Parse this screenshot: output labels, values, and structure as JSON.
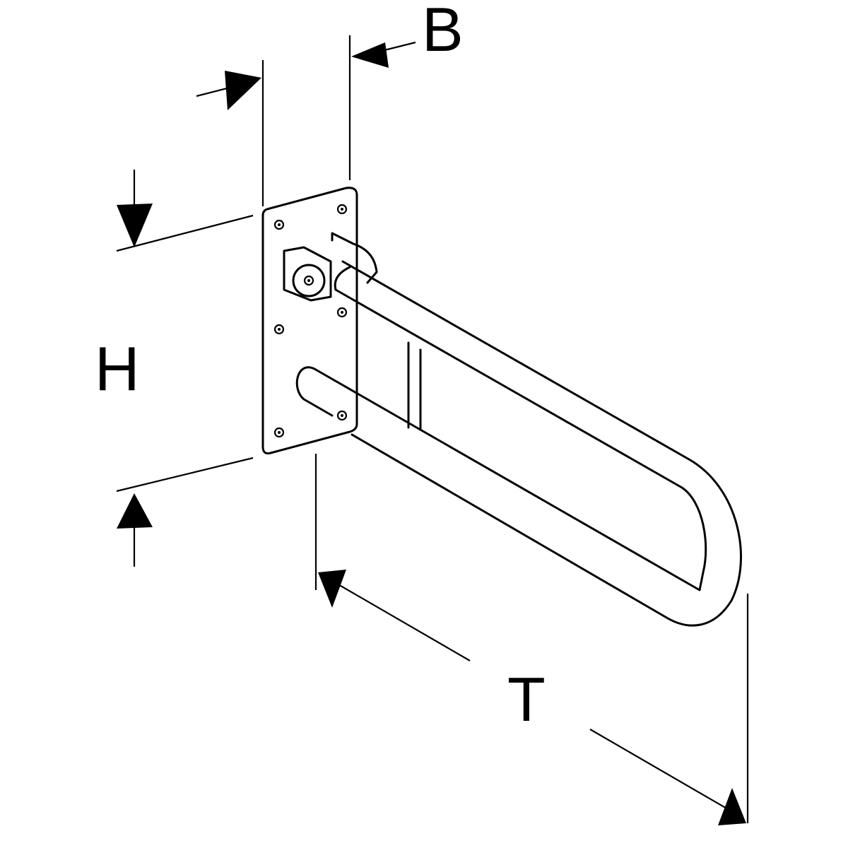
{
  "diagram": {
    "dimension_labels": {
      "width": "B",
      "height": "H",
      "depth": "T"
    },
    "colors": {
      "line": "#000000",
      "background": "#ffffff"
    }
  }
}
